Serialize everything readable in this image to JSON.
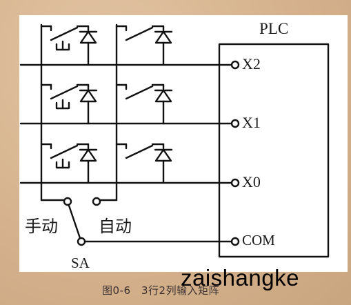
{
  "diagram": {
    "plc_label": "PLC",
    "ports": [
      "X2",
      "X1",
      "X0",
      "COM"
    ],
    "selector": {
      "manual": "手动",
      "auto": "自动",
      "name": "SA"
    },
    "rows": 3,
    "cols": 2
  },
  "caption": "图0-6　3行2列输入矩阵",
  "watermark": "zaishangke"
}
